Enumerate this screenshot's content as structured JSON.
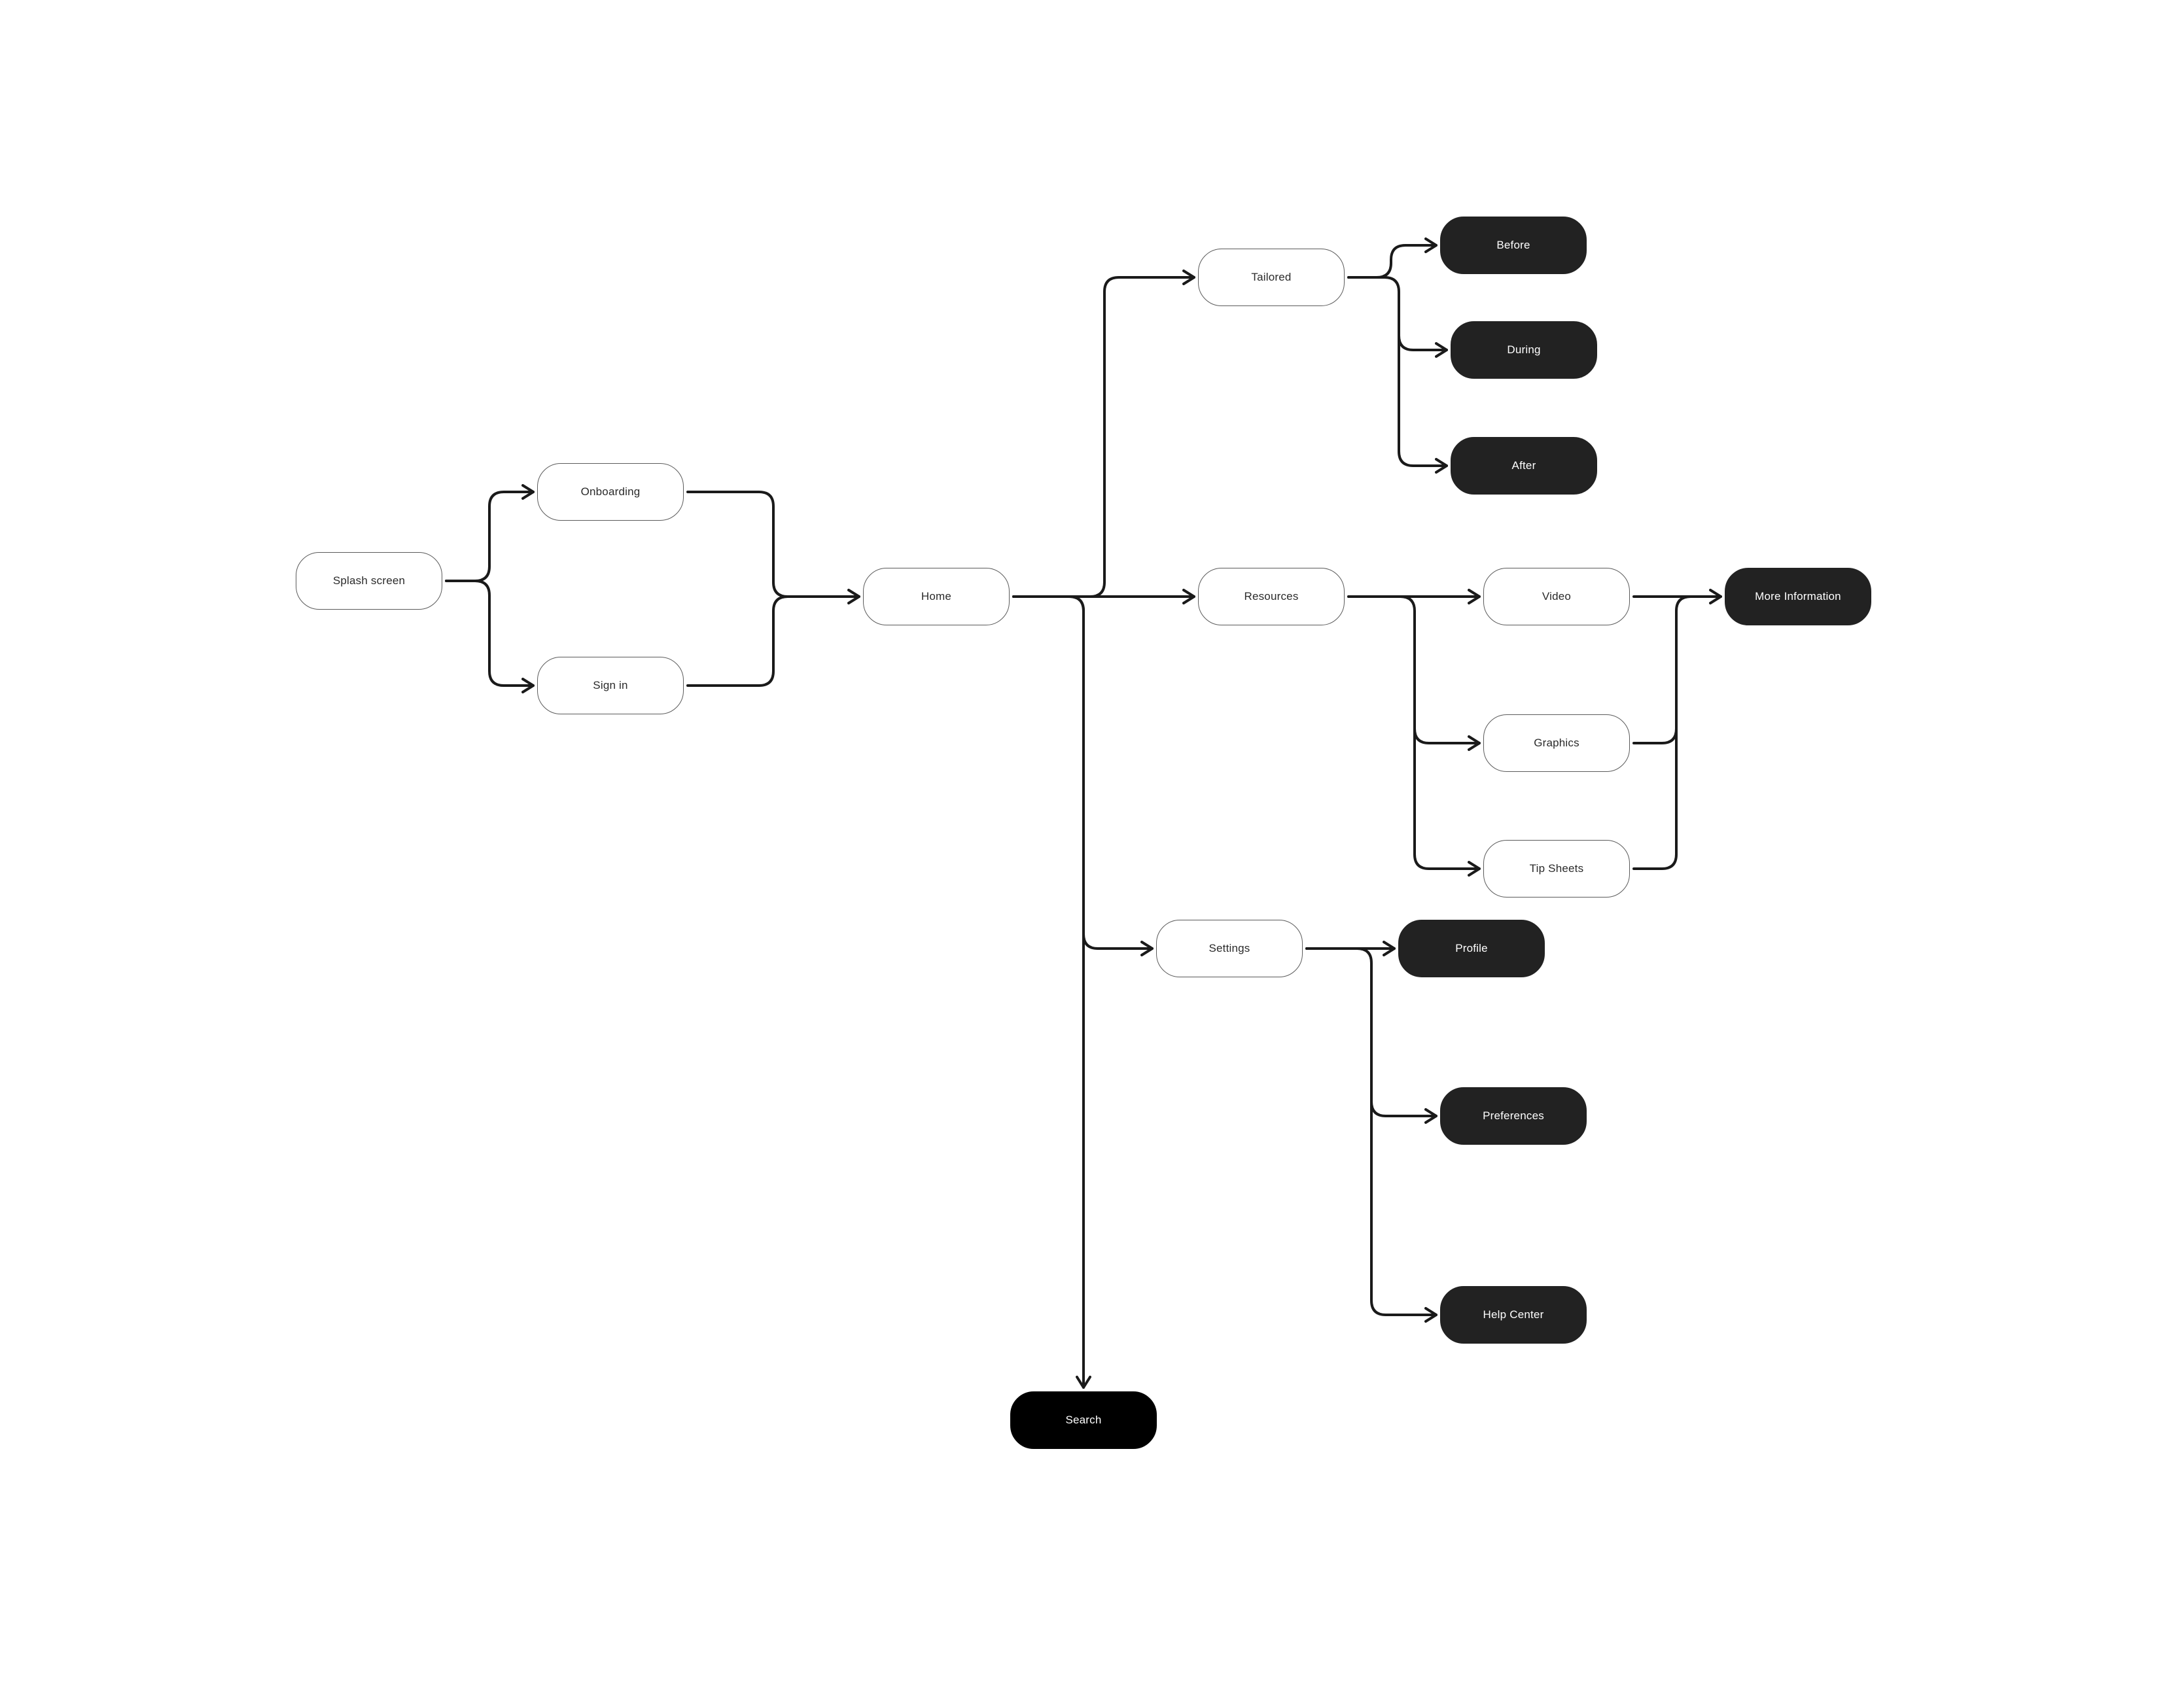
{
  "nodes": {
    "splash_screen": "Splash screen",
    "onboarding": "Onboarding",
    "sign_in": "Sign in",
    "home": "Home",
    "tailored": "Tailored",
    "before": "Before",
    "during": "During",
    "after": "After",
    "resources": "Resources",
    "video": "Video",
    "graphics": "Graphics",
    "tip_sheets": "Tip Sheets",
    "more_information": "More Information",
    "settings": "Settings",
    "profile": "Profile",
    "preferences": "Preferences",
    "help_center": "Help Center",
    "search": "Search"
  },
  "colors": {
    "connector": "#1a1a1a",
    "outline_border": "#5a5a5a",
    "dark_fill": "#222222",
    "black_fill": "#000000"
  },
  "edges": [
    [
      "splash_screen",
      "onboarding"
    ],
    [
      "splash_screen",
      "sign_in"
    ],
    [
      "onboarding",
      "home"
    ],
    [
      "sign_in",
      "home"
    ],
    [
      "home",
      "tailored"
    ],
    [
      "home",
      "resources"
    ],
    [
      "home",
      "settings"
    ],
    [
      "home",
      "search"
    ],
    [
      "tailored",
      "before"
    ],
    [
      "tailored",
      "during"
    ],
    [
      "tailored",
      "after"
    ],
    [
      "resources",
      "video"
    ],
    [
      "resources",
      "graphics"
    ],
    [
      "resources",
      "tip_sheets"
    ],
    [
      "video",
      "more_information"
    ],
    [
      "graphics",
      "more_information"
    ],
    [
      "tip_sheets",
      "more_information"
    ],
    [
      "settings",
      "profile"
    ],
    [
      "settings",
      "preferences"
    ],
    [
      "settings",
      "help_center"
    ]
  ]
}
